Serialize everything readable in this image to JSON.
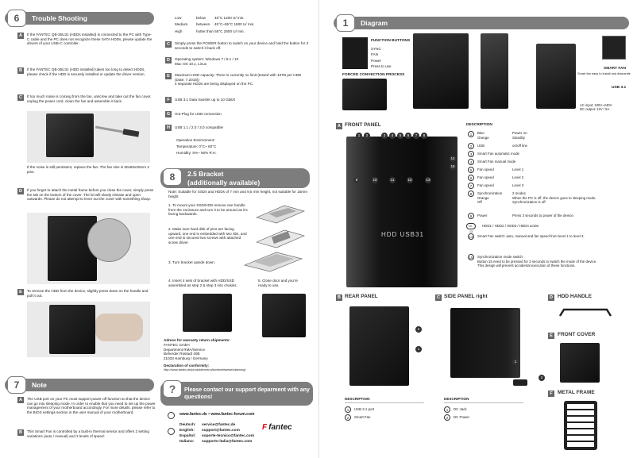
{
  "left": {
    "s6": {
      "num": "6",
      "title": "Trouble Shooting"
    },
    "ts": [
      {
        "letter": "A",
        "text": "If the FANTEC QB-35U31 (HDDs installed) is connected to the PC with Type-C cable and the PC does not recognize these SATA HDDs, please update the drivers of your USB-C controller."
      },
      {
        "letter": "B",
        "text": "If the FANTEC QB-35U31 (HDD installed) takes too long to detect HDDs, please check if the HDD is securely installed or update the driver version."
      },
      {
        "letter": "C",
        "text": "If too much noise is coming from the fan, unscrew and take out the fan cover, unplug the power cord, clean the fan and assemble it back."
      },
      {
        "letter": "D",
        "text": "If you forget to attach the metal frame before you close the cover, simply press the tab on the bottom of the cover. The lid will slowly release and open outwards. Please do not attempt to lever out the cover with something sharp."
      },
      {
        "letter": "E",
        "text": "To remove the HDD from the device, slightly press down on the handle and pull it out."
      }
    ],
    "noise_note": "If the noise is still persistent, replace the fan. The fan size is 60x60x20mm 2 pins.",
    "s7": {
      "num": "7",
      "title": "Note"
    },
    "notes": [
      {
        "letter": "A",
        "text": "The USB port on your PC must support power-off function so that the device can go into sleeping mode. In order to enable that you need to set up the power management of your motherboard accordingly. For more details, please refer to the BIOS settings section in the user manual of your motherboard."
      },
      {
        "letter": "B",
        "text": "This Smart Fan is controlled by a built-in thermal sensor and offers 2 setting variations (auto / manual) and 3 levels of speed:"
      }
    ]
  },
  "mid": {
    "fan_table": [
      [
        "Low",
        "below",
        "45°C 1200 U/ min."
      ],
      [
        "Medium",
        "between",
        "45°C~55°C 1800 U/ min."
      ],
      [
        "High",
        "hotter than 55°C 2500 U/ min.",
        ""
      ]
    ],
    "items": [
      {
        "letter": "C",
        "text": "Simply press the POWER button to switch on your device and hold the button for 3 seconds to switch it back off."
      },
      {
        "letter": "D",
        "text": "Operating system: Windows 7 / 8.1 / 10\nMac OS 10.x, Linux"
      },
      {
        "letter": "E",
        "text": "Maximum HDD capacity: There is currently no limit (tested with 10TB per HDD (Date: 7.2018))\n4 separate HDDs are being displayed on the PC."
      },
      {
        "letter": "F",
        "text": "USB 3.1 Data transfer up to 10 Gbit/s"
      },
      {
        "letter": "G",
        "text": "Hot-Plug for USB connection"
      },
      {
        "letter": "H",
        "text": "USB 1.1 / 2.0 / 3.0 compatible"
      }
    ],
    "env_title": "Operation Environment:",
    "env_temp": "Temperature:    0°C~ 60°C",
    "env_hum": "Humidity: 5%~ 90% R.H.",
    "s8": {
      "num": "8",
      "title": "2.5 Bracket",
      "subtitle": "(additionally available)"
    },
    "bracket_note": "Note: Suitable for SSDs and HDDs of 7 mm and 9,5 mm height, not suitable for 15mm height",
    "steps": [
      "1. To mount your SSD/HDD remove one handle from the enclosure and turn it to be around as it's facing backwards.",
      "2. Make sure hard disk of pins are facing upward, one end is embedded with two ribs, and one end is secured two screws with attached screw driver.",
      "3. Turn bracket upside down.",
      "4. Insert 4 sets of bracket with HDD/SSD assembled as step 2 & step 3 into chassis.",
      "5. Close door and you're ready to use."
    ],
    "warranty_title": "Adress for warranty return shipments:",
    "warranty_addr": "FANTEC GmbH\nDepartment RMA/Service\nBeherder Rüstadt 40B\n21033 Hamburg / Germany",
    "conformity_title": "Declaration of conformity:",
    "conformity_url": "http://www.fantec.de/produkte/menu/konformitaetserklaerung/",
    "contact_head": "Please contact our support deparment with any questions!",
    "web": "www.fantec.de • www.fantec-forum.com",
    "brand": "fantec",
    "contacts": [
      [
        "Deutsch:",
        "service@fantec.de"
      ],
      [
        "English:",
        "support@fantec.com"
      ],
      [
        "Español:",
        "soporte-tecnico@fantec.com"
      ],
      [
        "Italiano:",
        "supporto-italia@fantec.com"
      ]
    ]
  },
  "right": {
    "s1": {
      "num": "1",
      "title": "Diagram"
    },
    "function_buttons": "FUNCTION BUTTONS",
    "fb_items": [
      "SYNC",
      "FAN",
      "Power",
      "Press to use"
    ],
    "forced": "FORCED CONVECTION PROCESS",
    "smart_fan": "SMART FAN",
    "smart_fan_sub": "Smart fan easy to install and dismantle",
    "usb31": "USB 3.1",
    "ac_input": "AC input: 100V~240V\nDC output: 12V / 5A",
    "front_panel": "FRONT PANEL",
    "desc_title": "DESCRIPTION",
    "desc": [
      [
        "1",
        "Blue\nOrange",
        "Power on\nStandby"
      ],
      [
        "2",
        "USB",
        "on/off line"
      ],
      [
        "3",
        "Smart Fan automatic mode",
        ""
      ],
      [
        "4",
        "Smart Fan manual mode",
        ""
      ],
      [
        "5",
        "Fan speed",
        "Level 1"
      ],
      [
        "6",
        "Fan speed",
        "Level 2"
      ],
      [
        "7",
        "Fan speed",
        "Level 3"
      ],
      [
        "8",
        "Synchronization\nOrange\nOff",
        "2 modes\nWhen the PC is off, the device goes to sleeping mode.\nSynchronization is off"
      ],
      [
        "9",
        "Power",
        "Press 3 seconds to power of the device."
      ],
      [
        "10 - 13",
        "HDD1 / HDD2 / HDD3 / HDD4 active",
        ""
      ],
      [
        "14",
        "Smart Fan switch: auto, manual and fan speed from level 1 to level 3.",
        ""
      ],
      [
        "15",
        "Synchronization mode switch:\nButton 15 need to be pressed for 3 seconds to switch the mode of the device.\nThis design will prevent accidental execution of these functions.",
        ""
      ]
    ],
    "front_nums": [
      "1",
      "2",
      "3",
      "4",
      "5",
      "6",
      "7",
      "8",
      "9",
      "10",
      "11",
      "12",
      "13",
      "14",
      "15"
    ],
    "rear_panel": "REAR PANEL",
    "side_panel": "SIDE PANEL right",
    "hdd_handle": "HDD HANDLE",
    "front_cover": "FRONT COVER",
    "metal_frame": "METAL FRAME",
    "rear_desc": [
      [
        "1",
        "USB 3.1 port"
      ],
      [
        "2",
        "Smart Fan"
      ]
    ],
    "side_desc": [
      [
        "1",
        "DC Jack"
      ],
      [
        "2",
        "DC Power"
      ]
    ],
    "box_label": "HDD USB31"
  }
}
